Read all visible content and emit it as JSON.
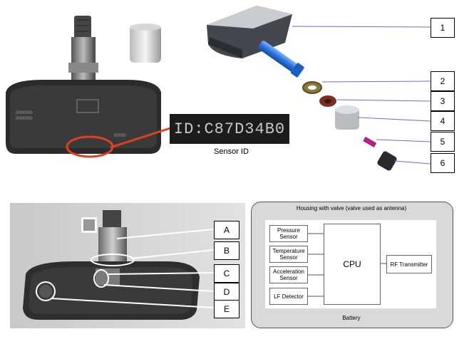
{
  "sensor_id_reading": "ID:C87D34B0",
  "sensor_id_caption": "Sensor ID",
  "exploded_callouts": [
    "1",
    "2",
    "3",
    "4",
    "5",
    "6"
  ],
  "photo_callouts": [
    "A",
    "B",
    "C",
    "D",
    "E"
  ],
  "block_diagram": {
    "housing_label": "Housing with valve (valve used as antenna)",
    "pressure_sensor": "Pressure Sensor",
    "temperature_sensor": "Temperature Sensor",
    "acceleration_sensor": "Acceleration Sensor",
    "lf_detector": "LF Detector",
    "cpu": "CPU",
    "rf_transmitter": "RF Transmitter",
    "battery": "Battery"
  }
}
